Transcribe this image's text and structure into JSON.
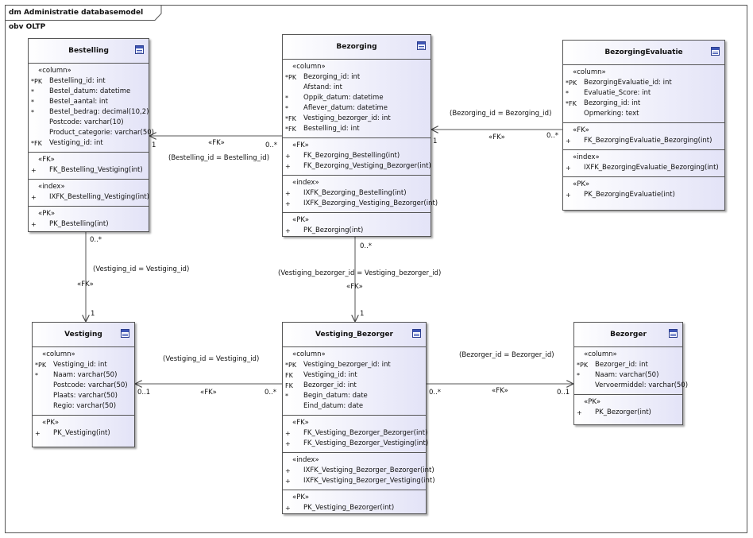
{
  "diagram": {
    "title": "dm Administratie databasemodel obv OLTP",
    "tables": [
      {
        "id": "bestelling",
        "name": "Bestelling",
        "sections": [
          {
            "label": "«column»",
            "rows": [
              {
                "marker": "*PK",
                "text": "Bestelling_id: int"
              },
              {
                "marker": "*",
                "text": "Bestel_datum: datetime"
              },
              {
                "marker": "*",
                "text": "Bestel_aantal: int"
              },
              {
                "marker": "*",
                "text": "Bestel_bedrag: decimal(10,2)"
              },
              {
                "marker": "",
                "text": "Postcode: varchar(10)"
              },
              {
                "marker": "",
                "text": "Product_categorie: varchar(50)"
              },
              {
                "marker": "*FK",
                "text": "Vestiging_id: int"
              }
            ]
          },
          {
            "label": "«FK»",
            "rows": [
              {
                "marker": "+",
                "text": "FK_Bestelling_Vestiging(int)"
              }
            ]
          },
          {
            "label": "«index»",
            "rows": [
              {
                "marker": "+",
                "text": "IXFK_Bestelling_Vestiging(int)"
              }
            ]
          },
          {
            "label": "«PK»",
            "rows": [
              {
                "marker": "+",
                "text": "PK_Bestelling(int)"
              }
            ]
          }
        ]
      },
      {
        "id": "bezorging",
        "name": "Bezorging",
        "sections": [
          {
            "label": "«column»",
            "rows": [
              {
                "marker": "*PK",
                "text": "Bezorging_id: int"
              },
              {
                "marker": "",
                "text": "Afstand: int"
              },
              {
                "marker": "*",
                "text": "Oppik_datum: datetime"
              },
              {
                "marker": "*",
                "text": "Aflever_datum: datetime"
              },
              {
                "marker": "*FK",
                "text": "Vestiging_bezorger_id: int"
              },
              {
                "marker": "*FK",
                "text": "Bestelling_id: int"
              }
            ]
          },
          {
            "label": "«FK»",
            "rows": [
              {
                "marker": "+",
                "text": "FK_Bezorging_Bestelling(int)"
              },
              {
                "marker": "+",
                "text": "FK_Bezorging_Vestiging_Bezorger(int)"
              }
            ]
          },
          {
            "label": "«index»",
            "rows": [
              {
                "marker": "+",
                "text": "IXFK_Bezorging_Bestelling(int)"
              },
              {
                "marker": "+",
                "text": "IXFK_Bezorging_Vestiging_Bezorger(int)"
              }
            ]
          },
          {
            "label": "«PK»",
            "rows": [
              {
                "marker": "+",
                "text": "PK_Bezorging(int)"
              }
            ]
          }
        ]
      },
      {
        "id": "bezorgingevaluatie",
        "name": "BezorgingEvaluatie",
        "sections": [
          {
            "label": "«column»",
            "rows": [
              {
                "marker": "*PK",
                "text": "BezorgingEvaluatie_id: int"
              },
              {
                "marker": "*",
                "text": "Evaluatie_Score: int"
              },
              {
                "marker": "*FK",
                "text": "Bezorging_id: int"
              },
              {
                "marker": "",
                "text": "Opmerking: text"
              }
            ]
          },
          {
            "label": "«FK»",
            "rows": [
              {
                "marker": "+",
                "text": "FK_BezorgingEvaluatie_Bezorging(int)"
              }
            ]
          },
          {
            "label": "«index»",
            "rows": [
              {
                "marker": "+",
                "text": "IXFK_BezorgingEvaluatie_Bezorging(int)"
              }
            ]
          },
          {
            "label": "«PK»",
            "rows": [
              {
                "marker": "+",
                "text": "PK_BezorgingEvaluatie(int)"
              }
            ]
          }
        ]
      },
      {
        "id": "vestiging",
        "name": "Vestiging",
        "sections": [
          {
            "label": "«column»",
            "rows": [
              {
                "marker": "*PK",
                "text": "Vestiging_id: int"
              },
              {
                "marker": "*",
                "text": "Naam: varchar(50)"
              },
              {
                "marker": "",
                "text": "Postcode: varchar(50)"
              },
              {
                "marker": "",
                "text": "Plaats: varchar(50)"
              },
              {
                "marker": "",
                "text": "Regio: varchar(50)"
              }
            ]
          },
          {
            "label": "«PK»",
            "rows": [
              {
                "marker": "+",
                "text": "PK_Vestiging(int)"
              }
            ]
          }
        ]
      },
      {
        "id": "vestiging_bezorger",
        "name": "Vestiging_Bezorger",
        "sections": [
          {
            "label": "«column»",
            "rows": [
              {
                "marker": "*PK",
                "text": "Vestiging_bezorger_id: int"
              },
              {
                "marker": "FK",
                "text": "Vestiging_id: int"
              },
              {
                "marker": "FK",
                "text": "Bezorger_id: int"
              },
              {
                "marker": "*",
                "text": "Begin_datum: date"
              },
              {
                "marker": "",
                "text": "Eind_datum: date"
              }
            ]
          },
          {
            "label": "«FK»",
            "rows": [
              {
                "marker": "+",
                "text": "FK_Vestiging_Bezorger_Bezorger(int)"
              },
              {
                "marker": "+",
                "text": "FK_Vestiging_Bezorger_Vestiging(int)"
              }
            ]
          },
          {
            "label": "«index»",
            "rows": [
              {
                "marker": "+",
                "text": "IXFK_Vestiging_Bezorger_Bezorger(int)"
              },
              {
                "marker": "+",
                "text": "IXFK_Vestiging_Bezorger_Vestiging(int)"
              }
            ]
          },
          {
            "label": "«PK»",
            "rows": [
              {
                "marker": "+",
                "text": "PK_Vestiging_Bezorger(int)"
              }
            ]
          }
        ]
      },
      {
        "id": "bezorger",
        "name": "Bezorger",
        "sections": [
          {
            "label": "«column»",
            "rows": [
              {
                "marker": "*PK",
                "text": "Bezorger_id: int"
              },
              {
                "marker": "*",
                "text": "Naam: varchar(50)"
              },
              {
                "marker": "",
                "text": "Vervoermiddel: varchar(50)"
              }
            ]
          },
          {
            "label": "«PK»",
            "rows": [
              {
                "marker": "+",
                "text": "PK_Bezorger(int)"
              }
            ]
          }
        ]
      }
    ],
    "relations": [
      {
        "id": "bezorging-bestelling",
        "join": "(Bestelling_id = Bestelling_id)",
        "stereotype": "«FK»",
        "from_mult": "0..*",
        "to_mult": "1"
      },
      {
        "id": "evaluatie-bezorging",
        "join": "(Bezorging_id = Bezorging_id)",
        "stereotype": "«FK»",
        "from_mult": "0..*",
        "to_mult": "1"
      },
      {
        "id": "bestelling-vestiging",
        "join": "(Vestiging_id = Vestiging_id)",
        "stereotype": "«FK»",
        "from_mult": "0..*",
        "to_mult": "1"
      },
      {
        "id": "bezorging-vestigingbezorger",
        "join": "(Vestiging_bezorger_id = Vestiging_bezorger_id)",
        "stereotype": "«FK»",
        "from_mult": "0..*",
        "to_mult": "1"
      },
      {
        "id": "vestigingbezorger-vestiging",
        "join": "(Vestiging_id = Vestiging_id)",
        "stereotype": "«FK»",
        "from_mult": "0..*",
        "to_mult": "0..1"
      },
      {
        "id": "vestigingbezorger-bezorger",
        "join": "(Bezorger_id = Bezorger_id)",
        "stereotype": "«FK»",
        "from_mult": "0..*",
        "to_mult": "0..1"
      }
    ]
  }
}
